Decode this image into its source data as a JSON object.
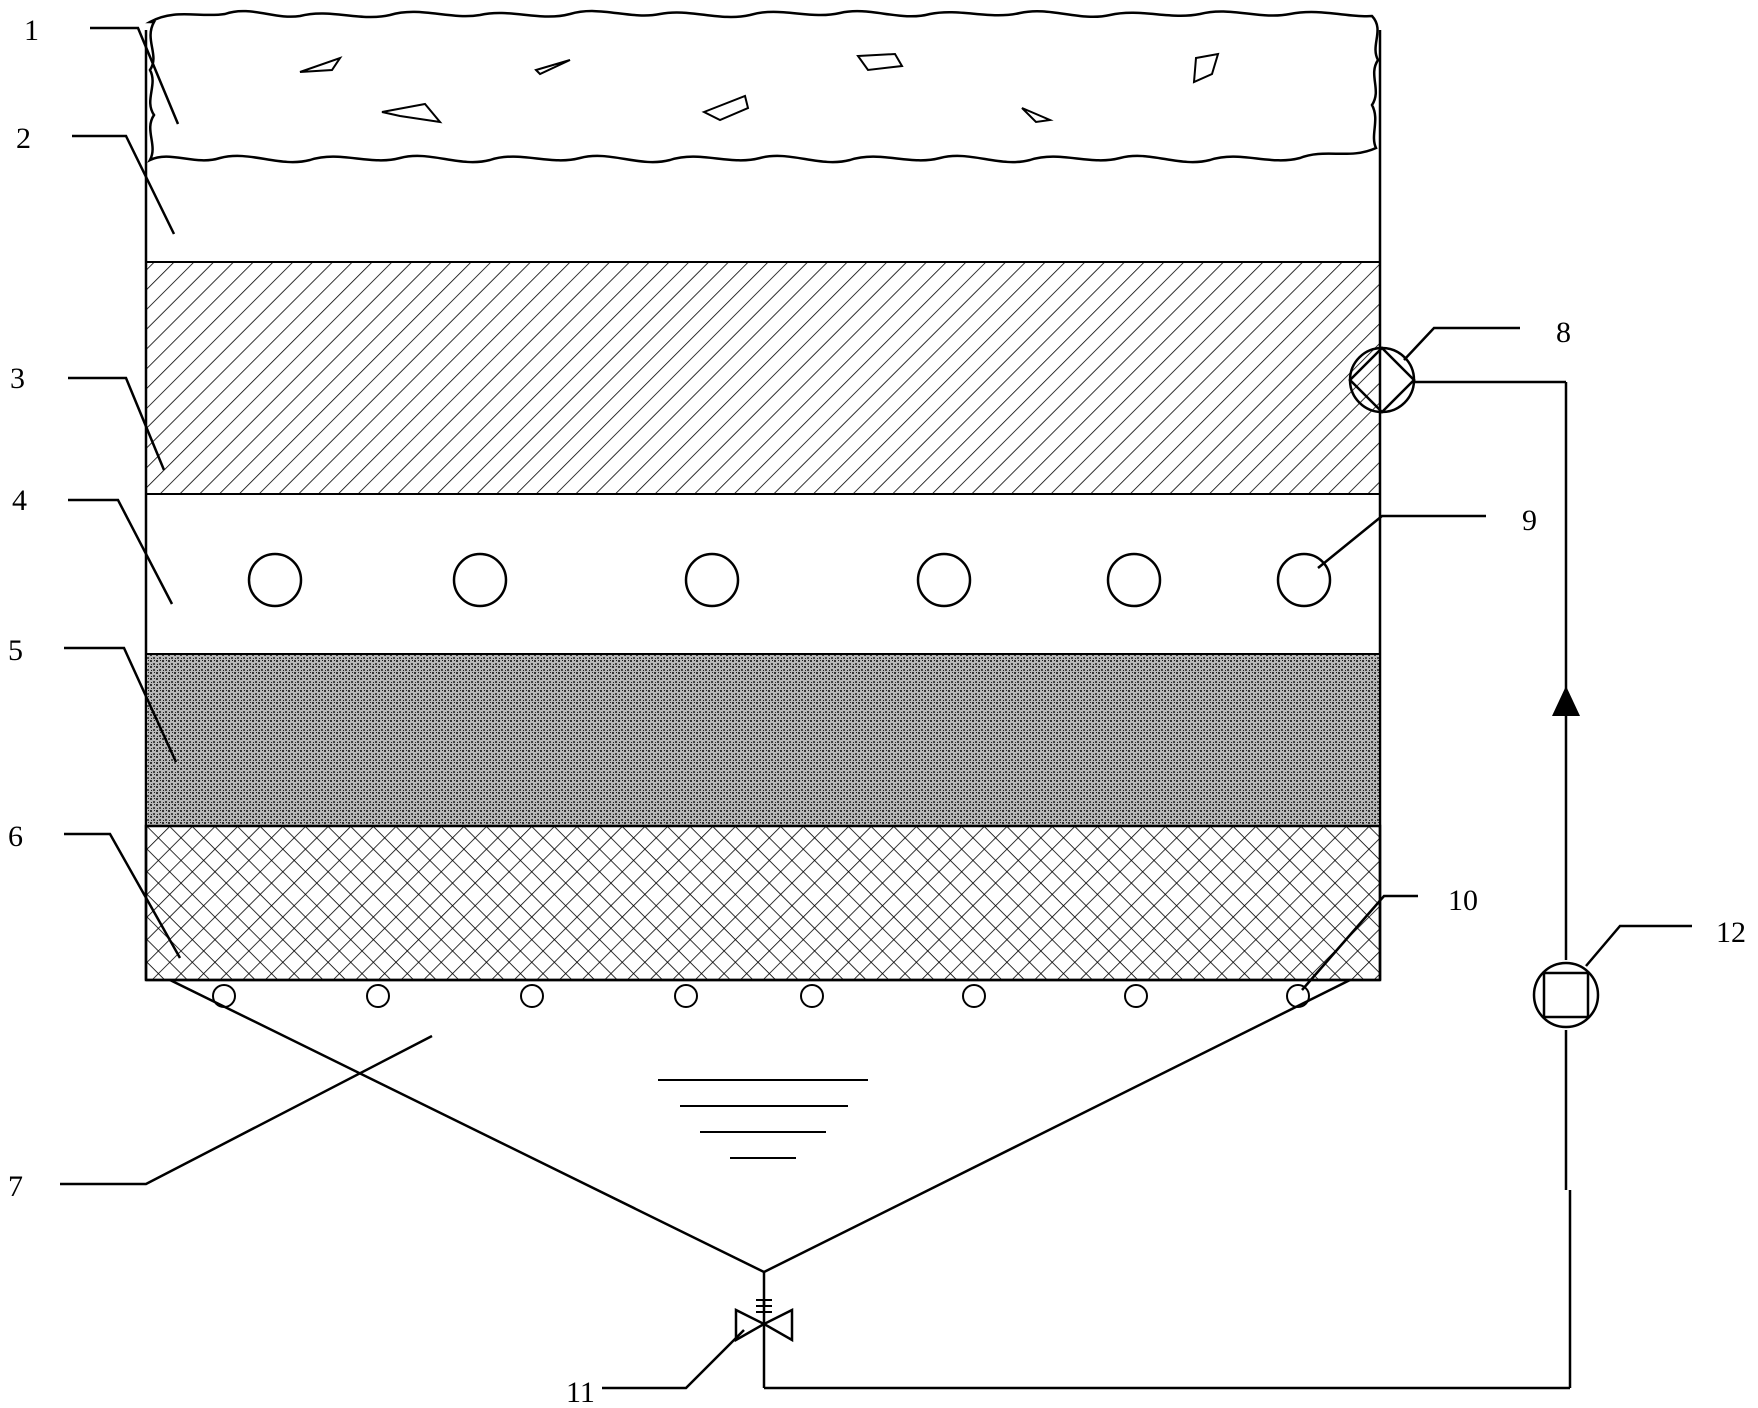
{
  "labels": {
    "l1": "1",
    "l2": "2",
    "l3": "3",
    "l4": "4",
    "l5": "5",
    "l6": "6",
    "l7": "7",
    "l8": "8",
    "l9": "9",
    "l10": "10",
    "l11": "11",
    "l12": "12"
  },
  "layers": [
    {
      "id": "1",
      "pattern": "cloud-with-fragments"
    },
    {
      "id": "2",
      "pattern": "blank"
    },
    {
      "id": "3",
      "pattern": "diagonal-hatch"
    },
    {
      "id": "4",
      "pattern": "blank-with-circles"
    },
    {
      "id": "5",
      "pattern": "fine-stipple"
    },
    {
      "id": "6",
      "pattern": "cross-hatch"
    },
    {
      "id": "7",
      "pattern": "hopper-with-water-level"
    }
  ],
  "icons": [
    "flow-arrow-up-icon",
    "valve-icon",
    "pump-icon",
    "inlet-fitting-icon"
  ],
  "colors": {
    "stroke": "#000000",
    "background": "#ffffff",
    "stipple": "#888888"
  }
}
